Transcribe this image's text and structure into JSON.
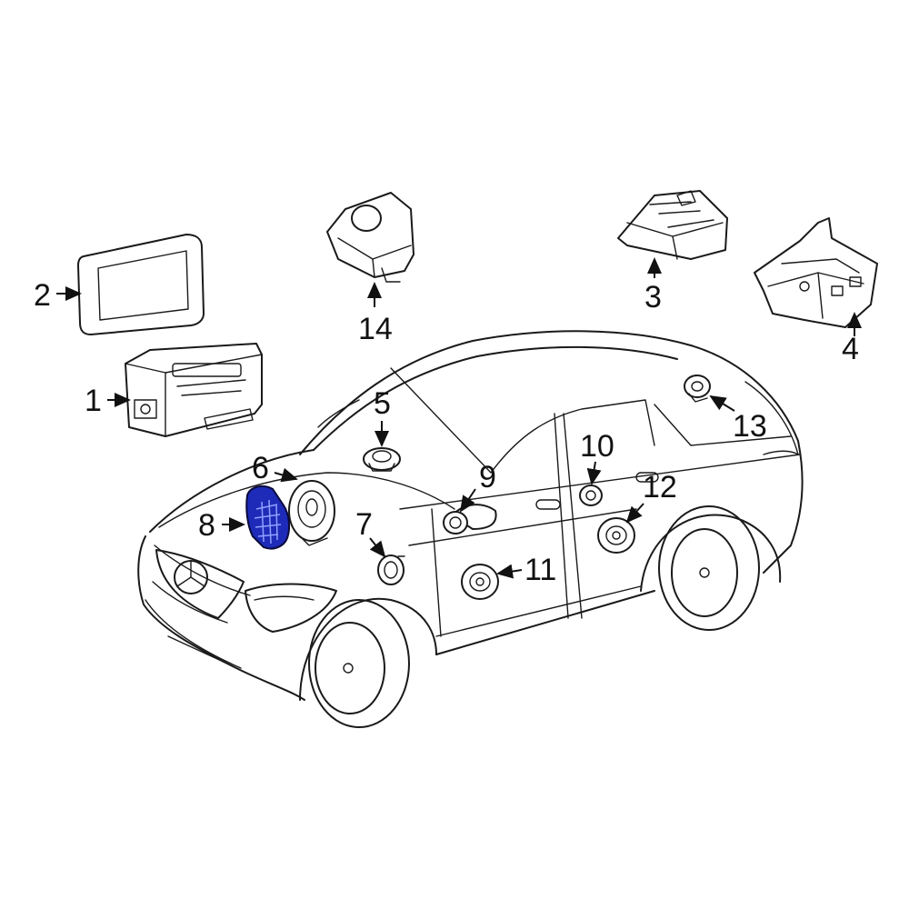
{
  "colors": {
    "line": "#1a1a1a",
    "highlight": "#1d2bb8",
    "background": "#ffffff"
  },
  "highlighted_part": "8",
  "callouts": [
    {
      "id": "c1",
      "label": "1"
    },
    {
      "id": "c2",
      "label": "2"
    },
    {
      "id": "c3",
      "label": "3"
    },
    {
      "id": "c4",
      "label": "4"
    },
    {
      "id": "c5",
      "label": "5"
    },
    {
      "id": "c6",
      "label": "6"
    },
    {
      "id": "c7",
      "label": "7"
    },
    {
      "id": "c8",
      "label": "8"
    },
    {
      "id": "c9",
      "label": "9"
    },
    {
      "id": "c10",
      "label": "10"
    },
    {
      "id": "c11",
      "label": "11"
    },
    {
      "id": "c12",
      "label": "12"
    },
    {
      "id": "c13",
      "label": "13"
    },
    {
      "id": "c14",
      "label": "14"
    }
  ]
}
